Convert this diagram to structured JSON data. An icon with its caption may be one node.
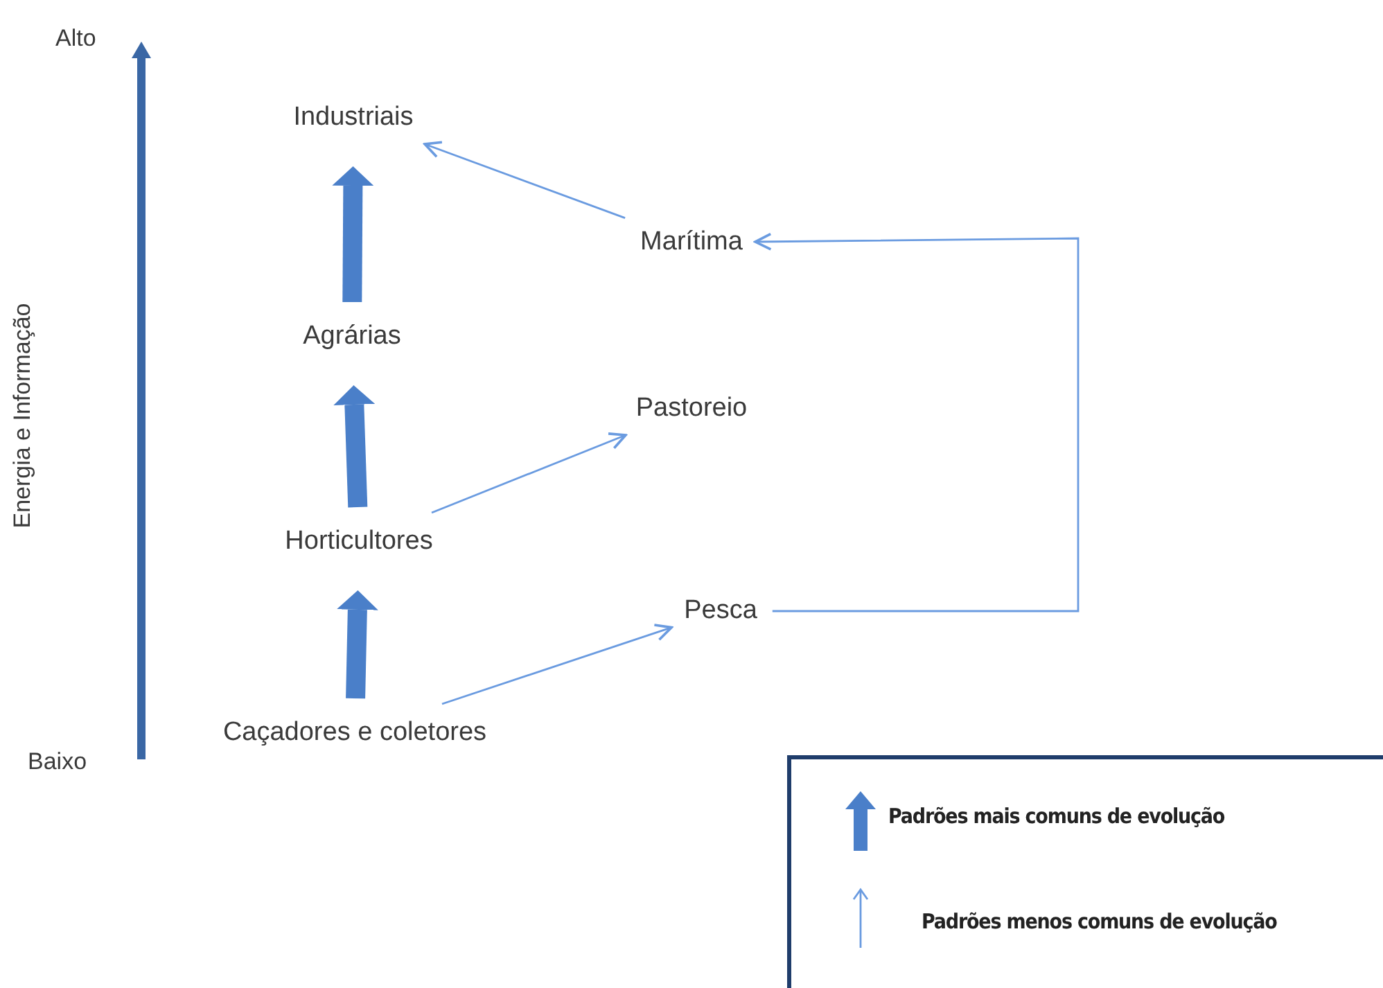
{
  "diagram": {
    "nodes": [
      {
        "text": [
          "Industriais"
        ]
      },
      {
        "text": [
          "Agrárias"
        ]
      },
      {
        "text": [
          "Horticultores"
        ]
      },
      {
        "text": [
          "Caçadores e coletores"
        ]
      },
      {
        "text": [
          "Marítima"
        ]
      },
      {
        "text": [
          "Pastoreio"
        ]
      },
      {
        "text": [
          "Pesca"
        ]
      }
    ],
    "edges": [
      {
        "from": 3,
        "to": 2,
        "arrow": "to",
        "style": "thick"
      },
      {
        "from": 2,
        "to": 1,
        "arrow": "to",
        "style": "thick"
      },
      {
        "from": 1,
        "to": 0,
        "arrow": "to",
        "style": "thick"
      },
      {
        "from": 3,
        "to": 6,
        "arrow": "to"
      },
      {
        "from": 2,
        "to": 5,
        "arrow": "to"
      },
      {
        "from": 6,
        "to": 4,
        "arrow": "to"
      },
      {
        "from": 4,
        "to": 0,
        "arrow": "to"
      }
    ],
    "labels": [
      "Alto",
      "Energia e Informação",
      "Baixo"
    ],
    "legend": [
      {
        "text": "Padrões mais comuns de evolução"
      },
      {
        "text": "Padrões menos comuns de evolução"
      }
    ]
  }
}
